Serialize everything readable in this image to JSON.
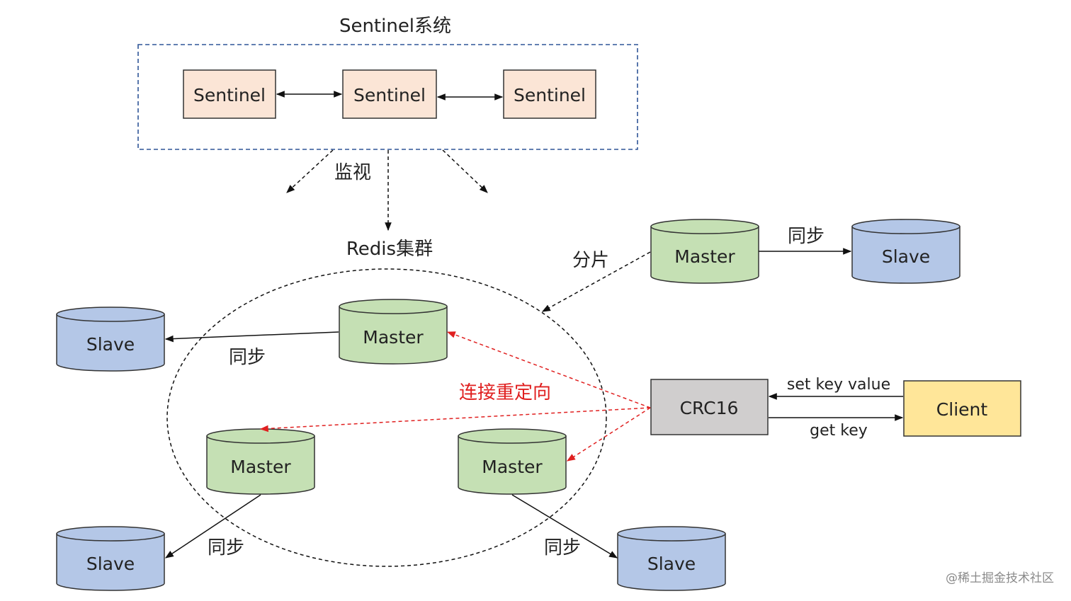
{
  "sentinel_system": {
    "title": "Sentinel系统",
    "nodes": [
      "Sentinel",
      "Sentinel",
      "Sentinel"
    ],
    "monitor_label": "监视"
  },
  "cluster": {
    "title": "Redis集群",
    "shard_label": "分片",
    "redirect_label": "连接重定向"
  },
  "masters": {
    "top": "Master",
    "bottom_left": "Master",
    "bottom_right": "Master",
    "external": "Master"
  },
  "slaves": {
    "left_top": "Slave",
    "left_bottom": "Slave",
    "bottom_right": "Slave",
    "external": "Slave"
  },
  "sync_labels": {
    "left_top": "同步",
    "left_bottom": "同步",
    "bottom_right": "同步",
    "external": "同步"
  },
  "crc": {
    "label": "CRC16"
  },
  "client": {
    "label": "Client",
    "set_label": "set key value",
    "get_label": "get key"
  },
  "watermark": "@稀土掘金技术社区",
  "colors": {
    "sentinel_fill": "#fbe5d6",
    "master_fill": "#c5e0b4",
    "slave_fill": "#b4c7e7",
    "crc_fill": "#d0cece",
    "client_fill": "#ffe699",
    "redirect_color": "#e02020",
    "system_border": "#2f5597"
  }
}
